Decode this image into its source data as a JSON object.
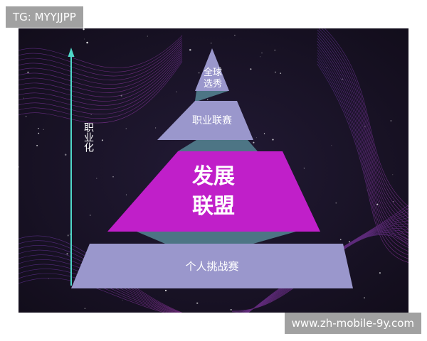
{
  "watermark_top": "TG: MYYJJPP",
  "watermark_bottom": "www.zh-mobile-9y.com",
  "axis_label": "职业化",
  "levels": [
    {
      "lines": [
        "全球",
        "选秀"
      ]
    },
    {
      "lines": [
        "职业联赛"
      ]
    },
    {
      "lines": [
        "发展",
        "联盟"
      ]
    },
    {
      "lines": [
        "个人挑战赛"
      ]
    }
  ],
  "colors": {
    "background": "#15101f",
    "lavender": "#9a97cc",
    "magenta": "#c01fc9",
    "teal_connector": "#4d7585",
    "arrow": "#4fd6c8"
  }
}
